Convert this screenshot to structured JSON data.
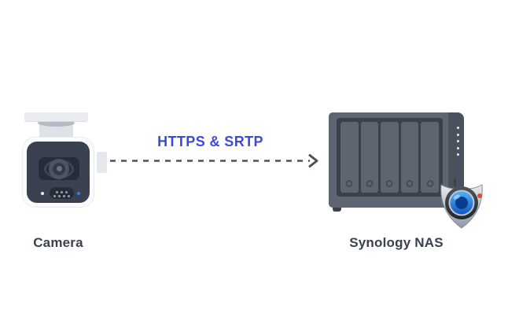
{
  "connection": {
    "label": "HTTPS & SRTP",
    "label_color": "#3b49de",
    "arrow_color": "#4a515d",
    "arrow_style": "dashed",
    "direction": "camera-to-nas"
  },
  "camera": {
    "label": "Camera",
    "icon": "security-camera-icon",
    "status_led_color": "#2e7ef5"
  },
  "nas": {
    "label": "Synology NAS",
    "icon": "synology-nas-icon",
    "drive_bay_count": 5,
    "led_count": 5,
    "badge_icon": "surveillance-shield-icon",
    "badge_alert_color": "#e64b2d"
  },
  "colors": {
    "background": "#ffffff",
    "label_text": "#39414e",
    "camera_panel": "#3a4150",
    "camera_body": "#fbfcfd",
    "nas_body": "#5e6571",
    "nas_side_panel": "#4a515c",
    "nas_drive_frame": "#3a404c",
    "shield_lens_blue": "#1565d8"
  }
}
